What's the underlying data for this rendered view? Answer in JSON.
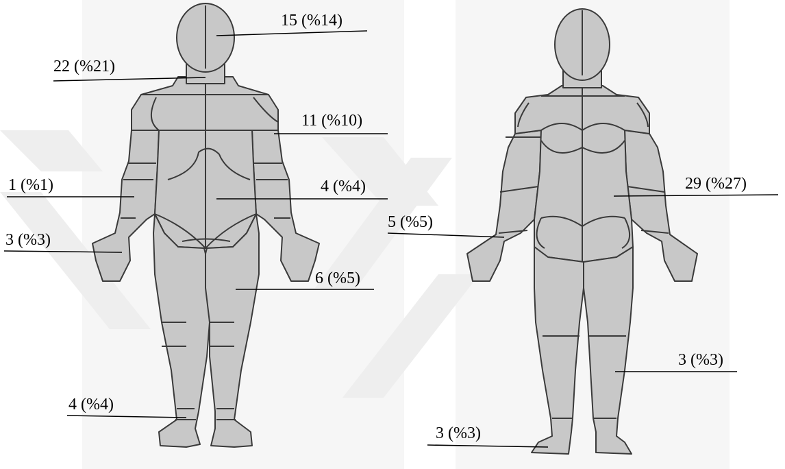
{
  "colors": {
    "body_fill": "#c8c8c8",
    "outline": "#3a3a3a",
    "watermark": "#f0f0f0",
    "label_text": "#000000",
    "leader_line": "#000000"
  },
  "labels": {
    "head": "15 (%14)",
    "neck": "22 (%21)",
    "upper_arm": "11 (%10)",
    "forearm": "1 (%1)",
    "abdomen": "4 (%4)",
    "hand": "3 (%3)",
    "thigh": "6 (%5)",
    "ankle": "4 (%4)",
    "back": "29 (%27)",
    "wrist": "5 (%5)",
    "calf": "3 (%3)",
    "foot": "3 (%3)"
  }
}
